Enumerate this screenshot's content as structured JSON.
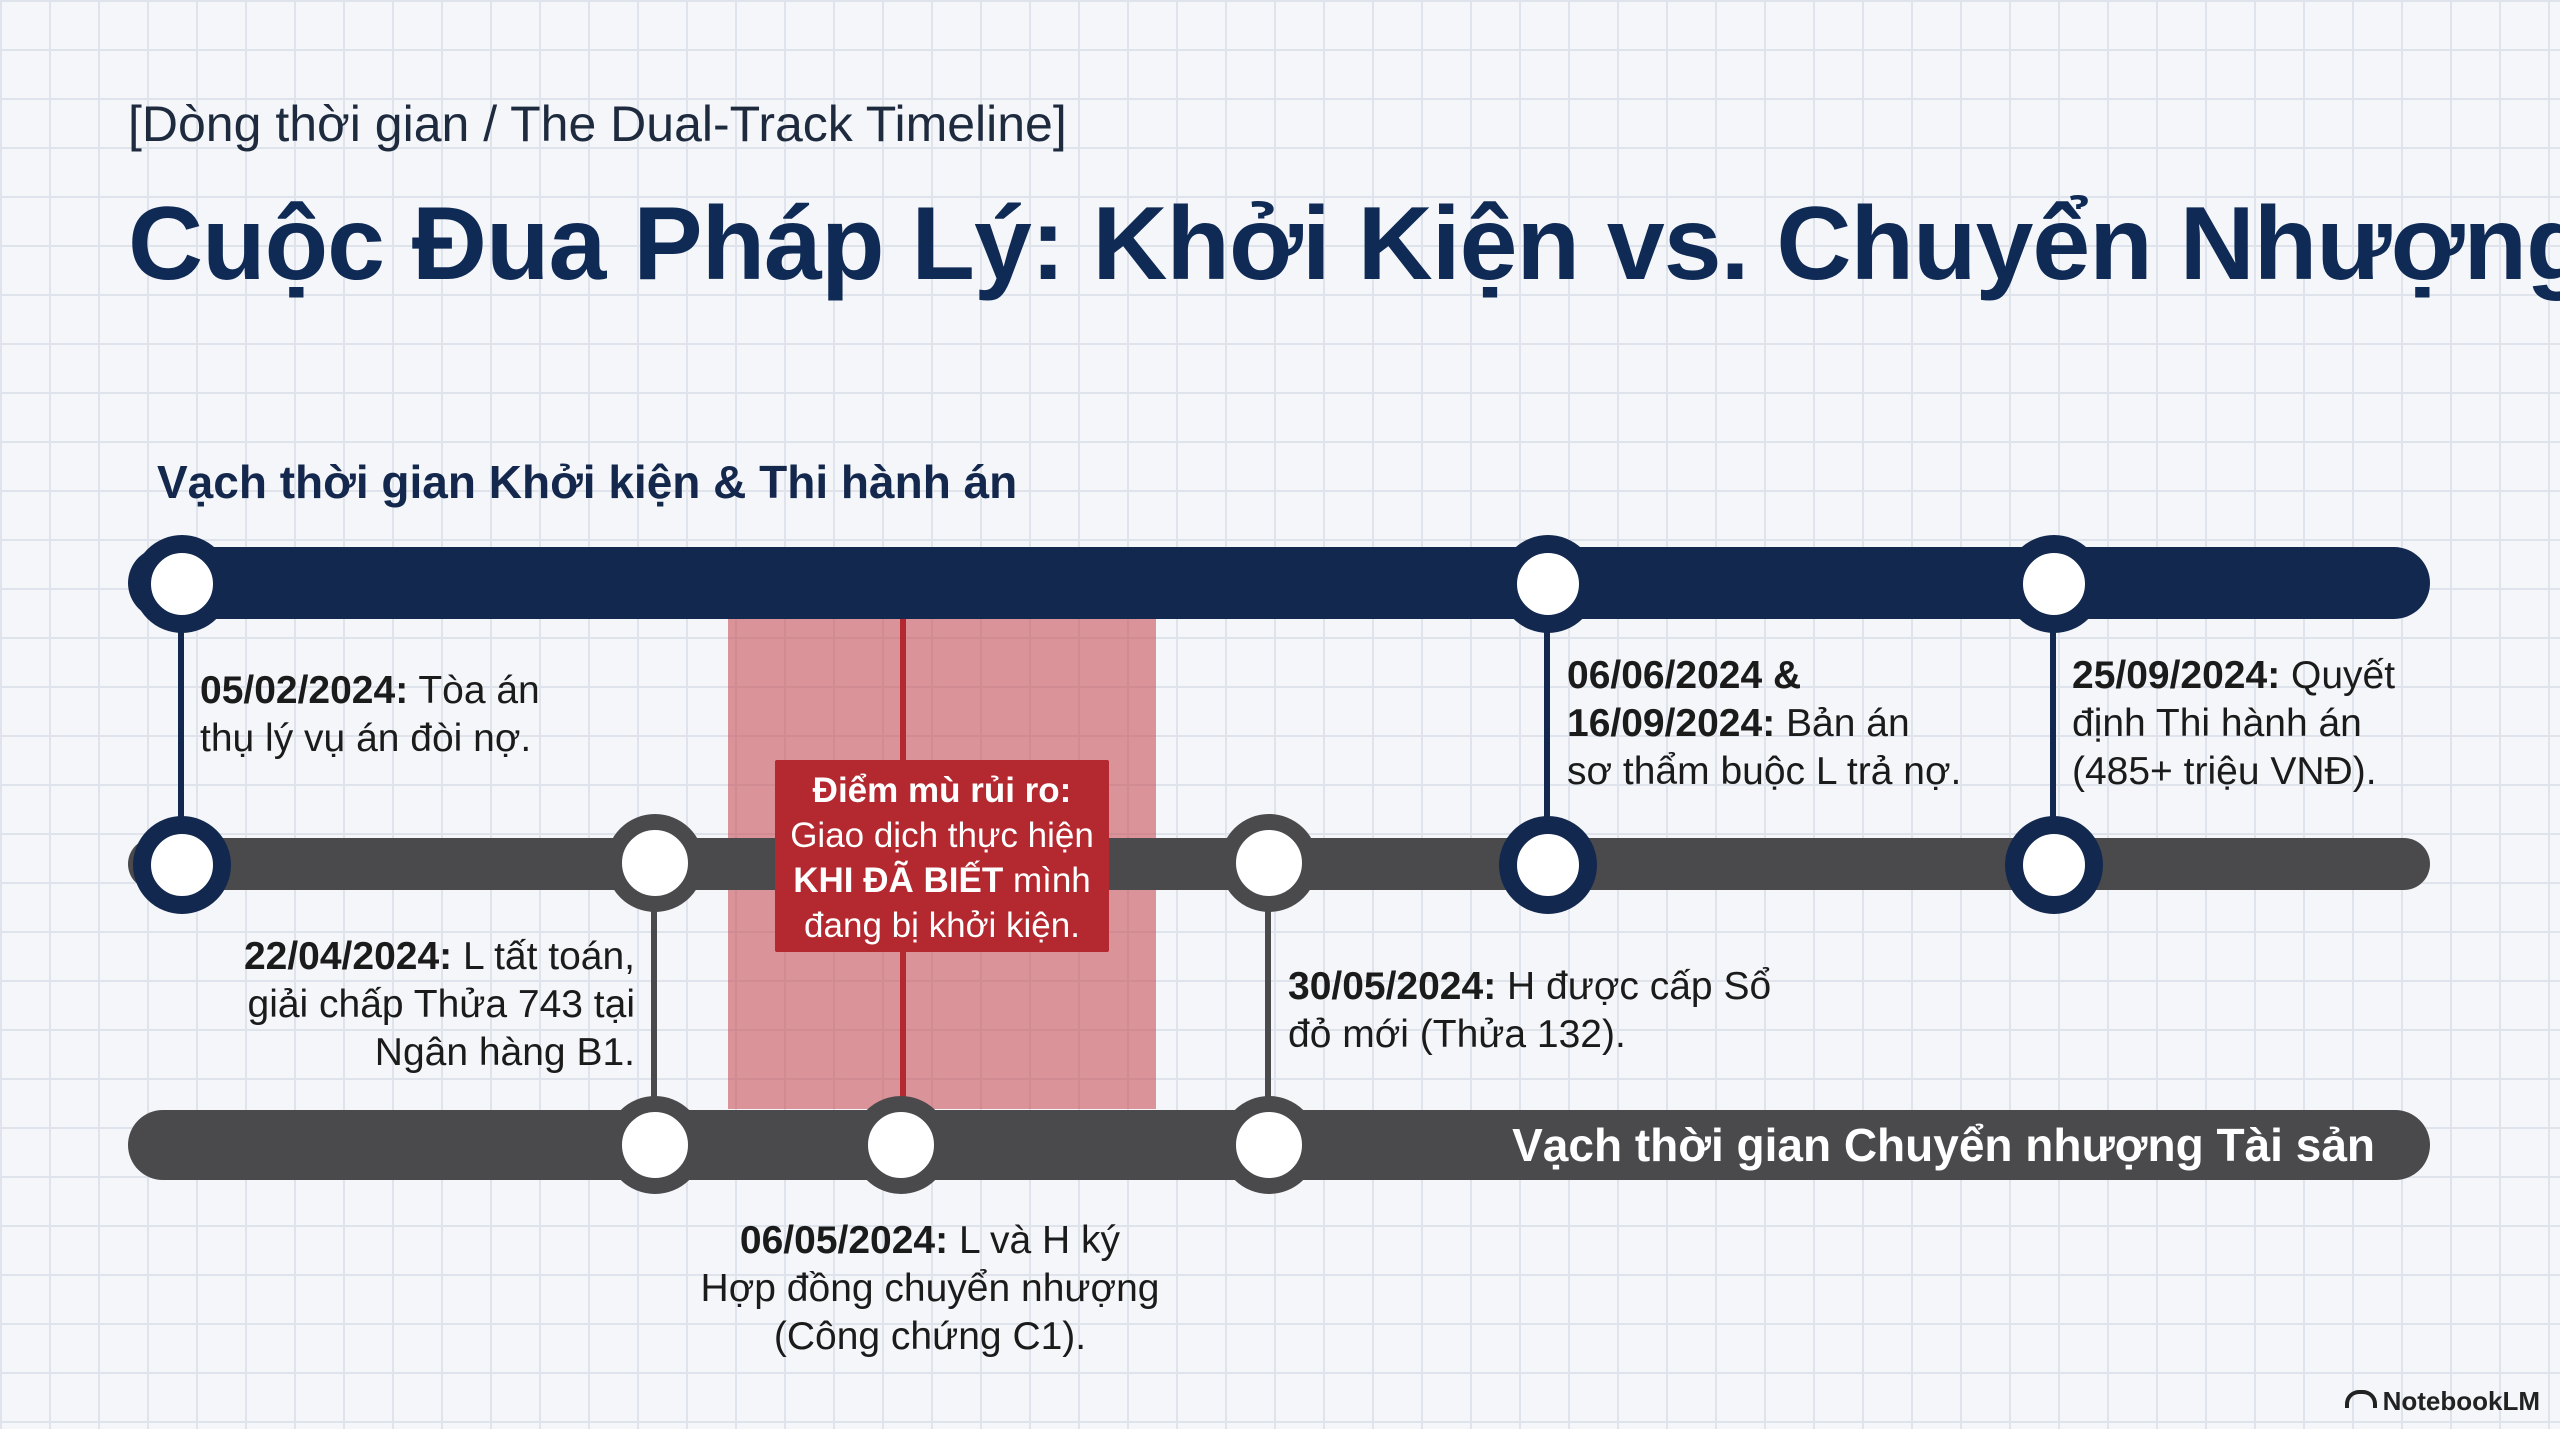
{
  "header": {
    "subtitle": "[Dòng thời gian / The Dual-Track Timeline]",
    "title": "Cuộc Đua Pháp Lý: Khởi Kiện vs. Chuyển Nhượng"
  },
  "tracks": {
    "litigation_label": "Vạch thời gian Khởi kiện & Thi hành án",
    "transfer_label": "Vạch thời gian Chuyển nhượng Tài sản"
  },
  "events": {
    "e1": {
      "date": "05/02/2024:",
      "line1": "Tòa án",
      "line2": "thụ lý vụ án đòi nợ."
    },
    "e2": {
      "date": "06/06/2024 &",
      "date2": "16/09/2024:",
      "line1": "Bản án",
      "line2": "sơ thẩm buộc L trả nợ."
    },
    "e3": {
      "date": "25/09/2024:",
      "line1": "Quyết",
      "line2": "định Thi hành án",
      "line3": "(485+ triệu VNĐ)."
    },
    "e4": {
      "date": "22/04/2024:",
      "line1": "L tất toán,",
      "line2": "giải chấp Thửa 743 tại",
      "line3": "Ngân hàng B1."
    },
    "e5": {
      "date": "30/05/2024:",
      "line1": "H được cấp Sổ",
      "line2": "đỏ mới (Thửa 132)."
    },
    "e6": {
      "date": "06/05/2024:",
      "line1": "L và H ký",
      "line2": "Hợp đồng chuyển nhượng",
      "line3": "(Công chứng C1)."
    }
  },
  "risk": {
    "title": "Điểm mù rủi ro:",
    "line1": "Giao dịch thực hiện",
    "emph": "KHI ĐÃ BIẾT",
    "line2_rest": " mình",
    "line3": "đang bị khởi kiện."
  },
  "brand": {
    "name": "NotebookLM"
  },
  "colors": {
    "navy": "#13284f",
    "gray": "#4a4a4d",
    "risk": "#b4282f",
    "zone": "#d4848a"
  }
}
